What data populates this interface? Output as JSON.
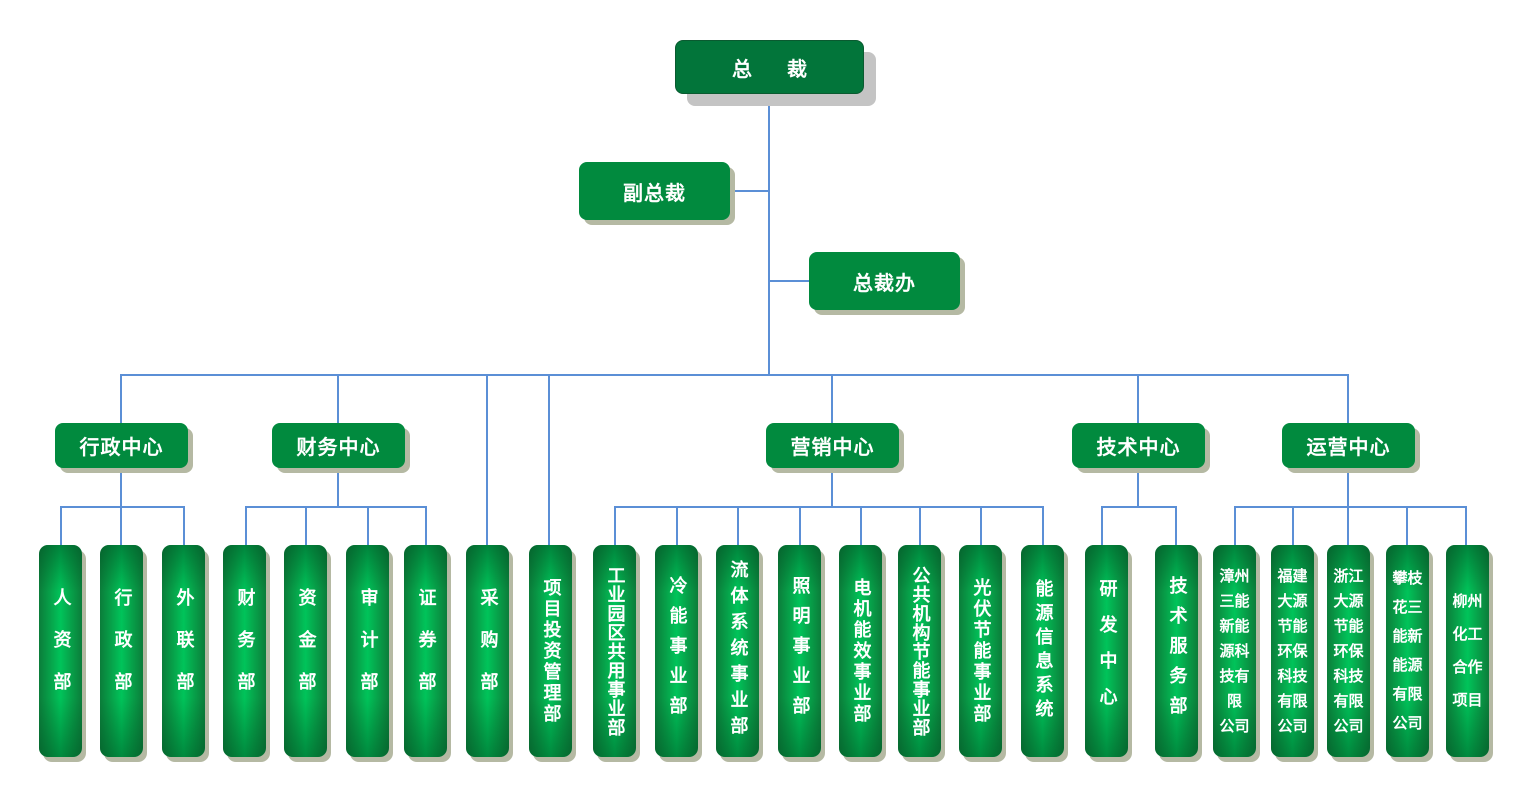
{
  "colors": {
    "top_box": "#02753a",
    "mid_box": "#018a3e",
    "leaf_gradient_edge": "#0b7d3a",
    "leaf_gradient_center": "#00c45a",
    "connector": "#5b8fd6",
    "text": "#ffffff"
  },
  "chart": {
    "root": {
      "label": "总 裁"
    },
    "deputy": {
      "label": "副总裁"
    },
    "office": {
      "label": "总裁办"
    },
    "centers": [
      {
        "label": "行政中心",
        "children": [
          {
            "label": "人资部"
          },
          {
            "label": "行政部"
          },
          {
            "label": "外联部"
          }
        ]
      },
      {
        "label": "财务中心",
        "children": [
          {
            "label": "财务部"
          },
          {
            "label": "资金部"
          },
          {
            "label": "审计部"
          },
          {
            "label": "证券部"
          }
        ]
      },
      {
        "label": "营销中心",
        "children": [
          {
            "label": "工业园区共用事业部"
          },
          {
            "label": "冷能事业部"
          },
          {
            "label": "流体系统事业部"
          },
          {
            "label": "照明事业部"
          },
          {
            "label": "电机能效事业部"
          },
          {
            "label": "公共机构节能事业部"
          },
          {
            "label": "光伏节能事业部"
          },
          {
            "label": "能源信息系统"
          }
        ]
      },
      {
        "label": "技术中心",
        "children": [
          {
            "label": "研发中心"
          },
          {
            "label": "技术服务部"
          }
        ]
      },
      {
        "label": "运营中心",
        "children": [
          {
            "label": "漳州三能新能源科技有限公司",
            "lines": [
              "漳州",
              "三能",
              "新能",
              "源科",
              "技有",
              "限",
              "公司"
            ]
          },
          {
            "label": "福建大源节能环保科技有限公司",
            "lines": [
              "福建",
              "大源",
              "节能",
              "环保",
              "科技",
              "有限",
              "公司"
            ]
          },
          {
            "label": "浙江大源节能环保科技有限公司",
            "lines": [
              "浙江",
              "大源",
              "节能",
              "环保",
              "科技",
              "有限",
              "公司"
            ]
          },
          {
            "label": "攀枝花三能新能源有限公司",
            "lines": [
              "攀枝",
              "花三",
              "能新",
              "能源",
              "有限",
              "公司"
            ]
          },
          {
            "label": "柳州化工合作项目",
            "lines": [
              "柳州",
              "化工",
              "合作",
              "项目"
            ]
          }
        ]
      }
    ],
    "direct_departments": [
      {
        "label": "采购部"
      },
      {
        "label": "项目投资管理部"
      }
    ]
  }
}
